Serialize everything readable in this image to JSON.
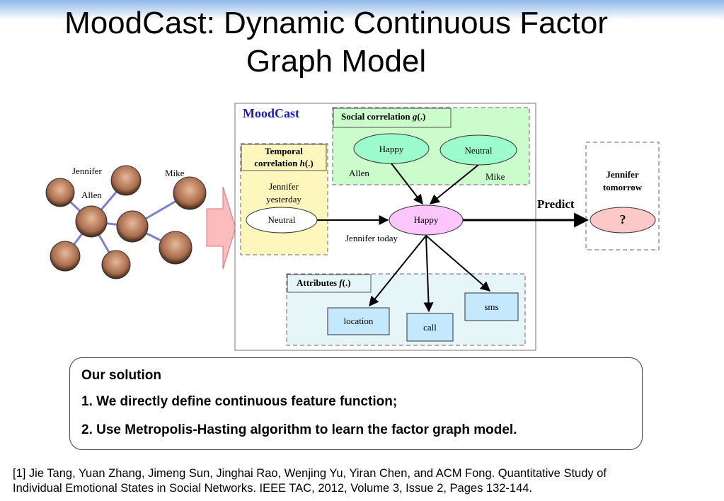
{
  "slide": {
    "title_line1": "MoodCast: Dynamic Continuous Factor",
    "title_line2": "Graph Model"
  },
  "network": {
    "labels": {
      "jennifer": "Jennifer",
      "mike": "Mike",
      "allen": "Allen"
    }
  },
  "diagram": {
    "frame_title": "MoodCast",
    "social": {
      "label": "Social correlation ",
      "func": "g",
      "suffix": "(.)",
      "happy": "Happy",
      "neutral": "Neutral",
      "allen": "Allen",
      "mike": "Mike"
    },
    "temporal": {
      "label_line1": "Temporal",
      "label_line2": "correlation ",
      "func": "h",
      "suffix": "(.)",
      "caption_line1": "Jennifer",
      "caption_line2": "yesterday",
      "node": "Neutral"
    },
    "center": {
      "node": "Happy",
      "caption": "Jennifer today"
    },
    "attributes": {
      "label": "Attributes ",
      "func": "f",
      "suffix": "(.)",
      "location": "location",
      "call": "call",
      "sms": "sms"
    },
    "predict": {
      "label": "Predict",
      "caption_line1": "Jennifer",
      "caption_line2": "tomorrow",
      "node": "?"
    }
  },
  "solution": {
    "heading": "Our solution",
    "point1": "1. We directly define continuous feature function;",
    "point2": "2. Use Metropolis-Hasting algorithm to learn the factor graph model."
  },
  "reference": {
    "line1": "[1] Jie Tang, Yuan Zhang, Jimeng Sun, Jinghai Rao, Wenjing Yu, Yiran Chen, and ACM Fong. Quantitative Study of",
    "line2": "Individual Emotional States in Social Networks. IEEE TAC, 2012, Volume 3, Issue 2, Pages 132-144."
  },
  "colors": {
    "social_fill": "#ccfccc",
    "temporal_fill": "#fdf6bd",
    "attributes_fill": "#e6f5f8",
    "happy_green": "#9dfccb",
    "neutral_green": "#9dfccb",
    "center_pink": "#fcc6fc",
    "predict_pink": "#fcc8c8",
    "attr_box": "#c4e8fd",
    "arrow_pink": "#fbbcbc",
    "frame_title_blue": "#1b1bbf"
  }
}
